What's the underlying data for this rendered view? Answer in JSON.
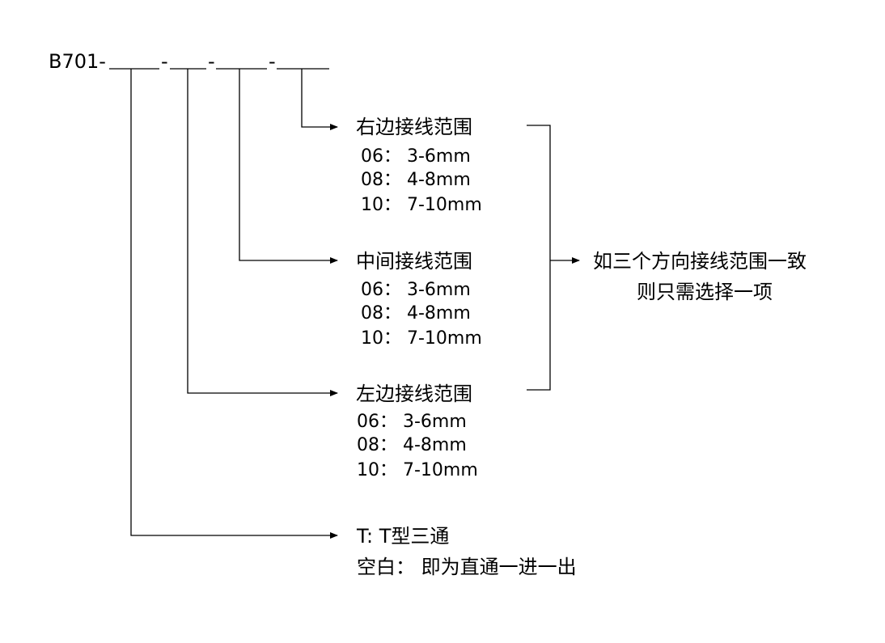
{
  "code": {
    "prefix": "B701-",
    "sep1": "-",
    "sep2": "-",
    "sep3": "-"
  },
  "right_group": {
    "title": "右边接线范围",
    "options": [
      "06：  3-6mm",
      "08：  4-8mm",
      "10：  7-10mm"
    ]
  },
  "middle_group": {
    "title": "中间接线范围",
    "options": [
      "06：  3-6mm",
      "08：  4-8mm",
      "10：  7-10mm"
    ]
  },
  "left_group": {
    "title": "左边接线范围",
    "options": [
      "06：  3-6mm",
      "08：  4-8mm",
      "10：  7-10mm"
    ]
  },
  "type_group": {
    "line1": "T: T型三通",
    "line2": "空白：  即为直通一进一出"
  },
  "note": {
    "line1": "如三个方向接线范围一致",
    "line2": "则只需选择一项"
  },
  "colors": {
    "line": "#000000",
    "text": "#000000",
    "background": "#ffffff"
  }
}
